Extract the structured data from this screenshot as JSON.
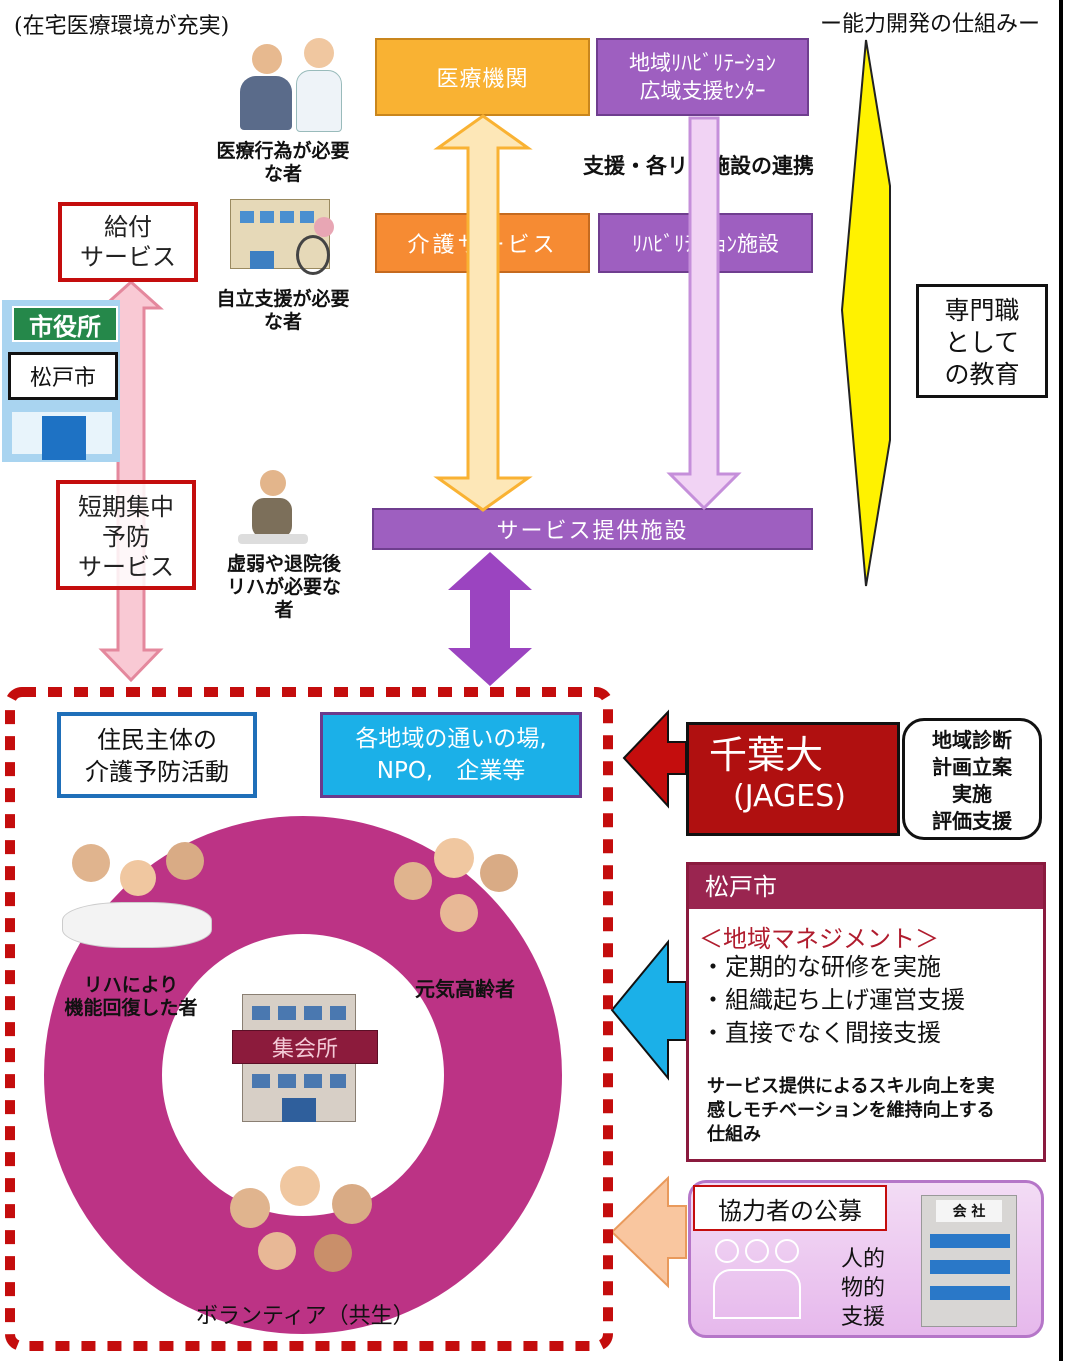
{
  "top_left_note": "(在宅医療環境が充実)",
  "top_right_note": "ー能力開発の仕組みー",
  "boxes": {
    "medical": "医療機関",
    "regional_rehab": [
      "地域ﾘﾊﾋﾞﾘﾃｰｼｮﾝ",
      "広域支援ｾﾝﾀｰ"
    ],
    "support_link": "支援・各リハ施設の連携",
    "care_service": "介護サービス",
    "rehab_facility": "ﾘﾊﾋﾞﾘﾃｰｼｮﾝ施設",
    "service_facility": "サービス提供施設"
  },
  "persons": {
    "medical_need": [
      "医療行為が必要",
      "な者"
    ],
    "independence_need": [
      "自立支援が必要",
      "な者"
    ],
    "frail": [
      "虚弱や退院後",
      "リハが必要な",
      "者"
    ]
  },
  "city_office": {
    "sign": "市役所",
    "name": "松戸市"
  },
  "benefit_service": [
    "給付",
    "サービス"
  ],
  "short_prevention": [
    "短期集中",
    "予防",
    "サービス"
  ],
  "education_box": [
    "専門職",
    "として",
    "の教育"
  ],
  "community": {
    "resident_activity": [
      "住民主体の",
      "介護予防活動"
    ],
    "places": [
      "各地域の通いの場,",
      "NPO,　企業等"
    ],
    "recovered": [
      "リハにより",
      "機能回復した者"
    ],
    "energetic": "元気高齢者",
    "hall": "集会所",
    "volunteer": "ボランティア（共生）"
  },
  "chiba": {
    "name": "千葉大",
    "sub": "(JAGES)"
  },
  "chiba_support": [
    "地域診断",
    "計画立案",
    "実施",
    "評価支援"
  ],
  "matsudo_panel": {
    "header": "松戸市",
    "title": "＜地域マネジメント＞",
    "points": [
      "・定期的な研修を実施",
      "・組織起ち上げ運営支援",
      "・直接でなく間接支援"
    ],
    "note": [
      "サービス提供によるスキル向上を実",
      "感しモチベーションを維持向上する",
      "仕組み"
    ]
  },
  "recruit_panel": {
    "title": "協力者の公募",
    "support": [
      "人的",
      "物的",
      "支援"
    ],
    "company_sign": "会 社"
  },
  "colors": {
    "red": "#c40d0d",
    "purple": "#9e5fc0",
    "orange": "#f9b233",
    "magenta": "#b8287e",
    "blue": "#1bb0e8",
    "yellow": "#fff200"
  }
}
